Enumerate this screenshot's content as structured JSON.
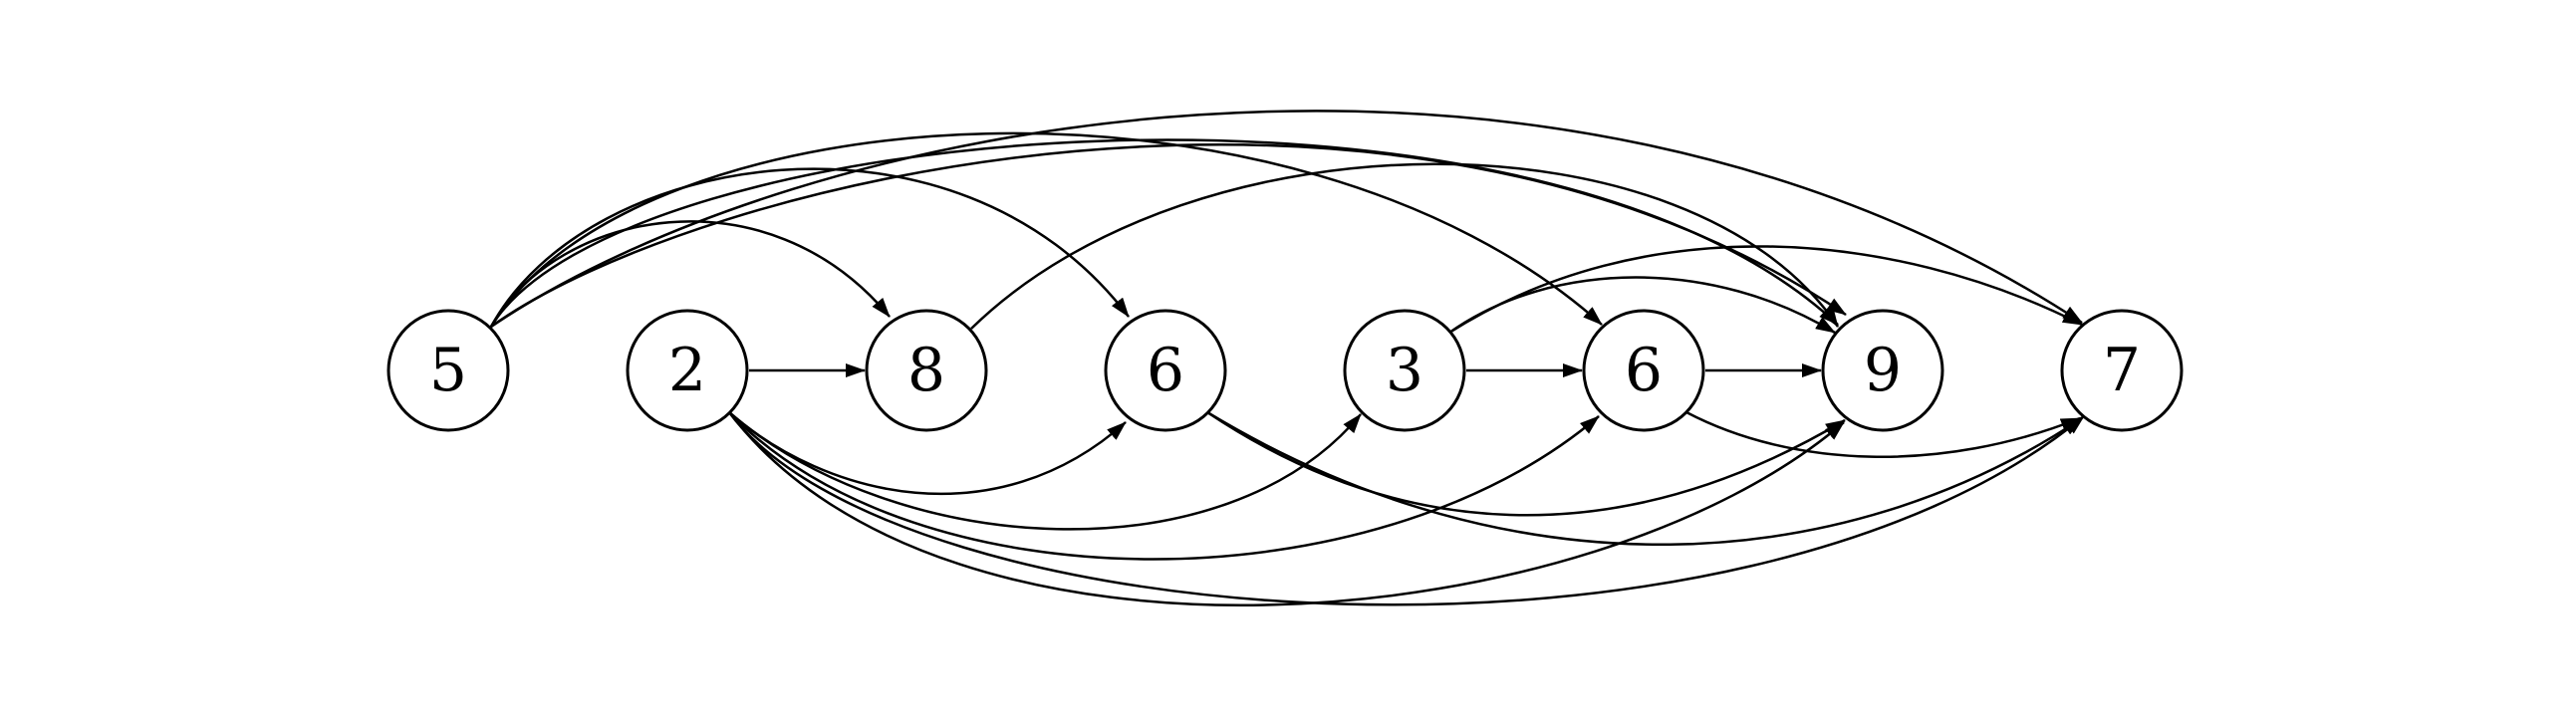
{
  "nodes": [
    {
      "id": "n0",
      "label": "5"
    },
    {
      "id": "n1",
      "label": "2"
    },
    {
      "id": "n2",
      "label": "8"
    },
    {
      "id": "n3",
      "label": "6"
    },
    {
      "id": "n4",
      "label": "3"
    },
    {
      "id": "n5",
      "label": "6"
    },
    {
      "id": "n6",
      "label": "9"
    },
    {
      "id": "n7",
      "label": "7"
    }
  ],
  "edges": [
    {
      "from": "n0",
      "to": "n2"
    },
    {
      "from": "n0",
      "to": "n3"
    },
    {
      "from": "n0",
      "to": "n5"
    },
    {
      "from": "n0",
      "to": "n6"
    },
    {
      "from": "n0",
      "to": "n6"
    },
    {
      "from": "n0",
      "to": "n7"
    },
    {
      "from": "n1",
      "to": "n2"
    },
    {
      "from": "n1",
      "to": "n3"
    },
    {
      "from": "n1",
      "to": "n4"
    },
    {
      "from": "n1",
      "to": "n5"
    },
    {
      "from": "n1",
      "to": "n6"
    },
    {
      "from": "n1",
      "to": "n7"
    },
    {
      "from": "n2",
      "to": "n6"
    },
    {
      "from": "n3",
      "to": "n6"
    },
    {
      "from": "n3",
      "to": "n7"
    },
    {
      "from": "n4",
      "to": "n5"
    },
    {
      "from": "n4",
      "to": "n6"
    },
    {
      "from": "n4",
      "to": "n7"
    },
    {
      "from": "n5",
      "to": "n6"
    },
    {
      "from": "n5",
      "to": "n7"
    }
  ]
}
